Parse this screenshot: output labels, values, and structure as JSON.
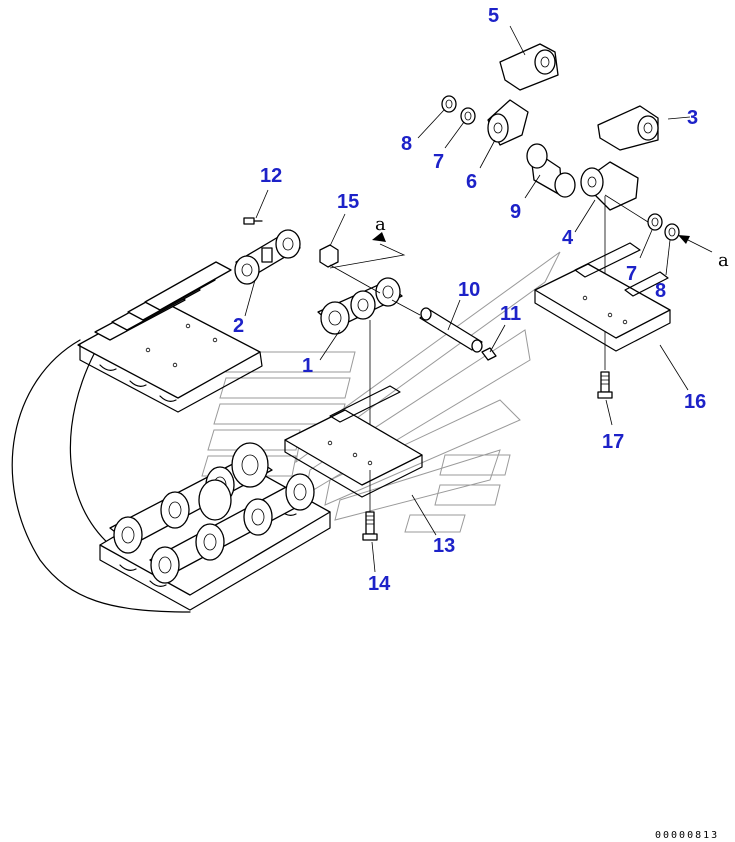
{
  "diagram": {
    "callouts": [
      {
        "id": "c1",
        "label": "1"
      },
      {
        "id": "c2",
        "label": "2"
      },
      {
        "id": "c3",
        "label": "3"
      },
      {
        "id": "c4",
        "label": "4"
      },
      {
        "id": "c5",
        "label": "5"
      },
      {
        "id": "c6",
        "label": "6"
      },
      {
        "id": "c7a",
        "label": "7"
      },
      {
        "id": "c7b",
        "label": "7"
      },
      {
        "id": "c8a",
        "label": "8"
      },
      {
        "id": "c8b",
        "label": "8"
      },
      {
        "id": "c9",
        "label": "9"
      },
      {
        "id": "c10",
        "label": "10"
      },
      {
        "id": "c11",
        "label": "11"
      },
      {
        "id": "c12",
        "label": "12"
      },
      {
        "id": "c13",
        "label": "13"
      },
      {
        "id": "c14",
        "label": "14"
      },
      {
        "id": "c15",
        "label": "15"
      },
      {
        "id": "c16",
        "label": "16"
      },
      {
        "id": "c17",
        "label": "17"
      }
    ],
    "view_markers": {
      "left": "a",
      "right": "a"
    },
    "document_number": "00000813",
    "callout_color": "#1d22c8"
  }
}
